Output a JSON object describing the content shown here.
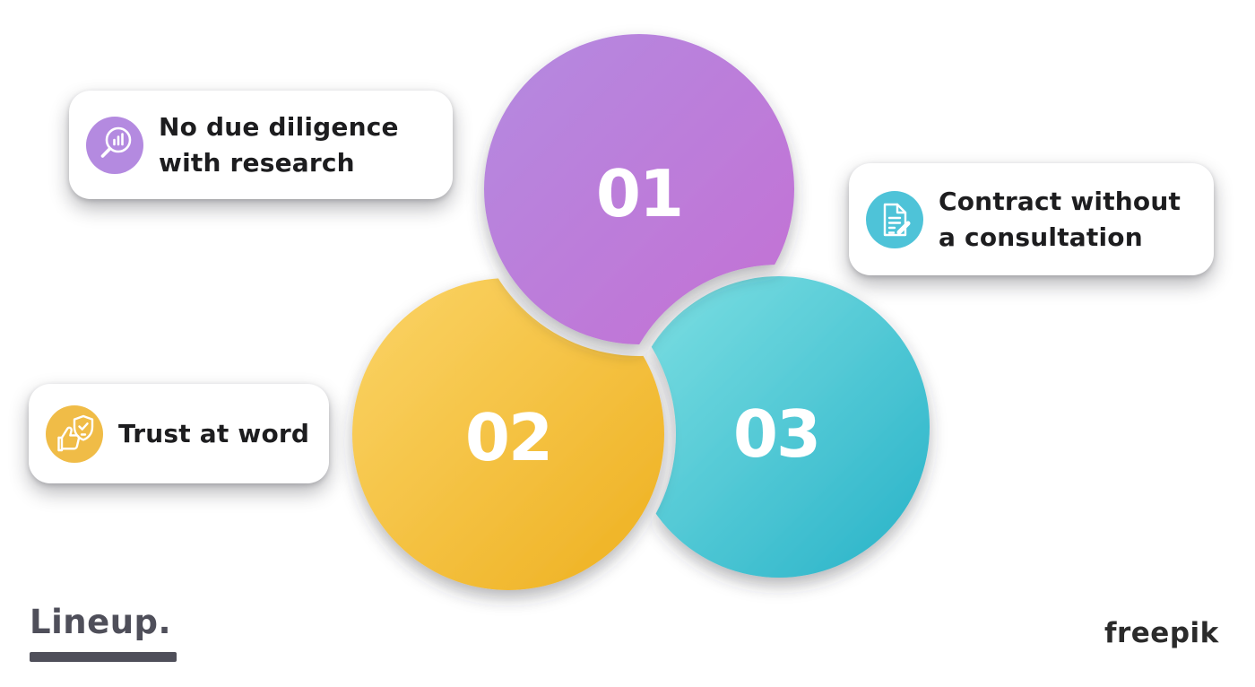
{
  "steps": [
    {
      "number": "01",
      "gradient_from": "#b48ae0",
      "gradient_to": "#c470d4"
    },
    {
      "number": "02",
      "gradient_from": "#fbd467",
      "gradient_to": "#eeb01f"
    },
    {
      "number": "03",
      "gradient_from": "#7fe0e3",
      "gradient_to": "#27b2c8"
    }
  ],
  "cards": [
    {
      "label": "No due diligence with research",
      "icon": "magnifier-chart-icon",
      "icon_color": "#b48ae0"
    },
    {
      "label": "Contract without a consultation",
      "icon": "contract-pen-icon",
      "icon_color": "#4ec3d8"
    },
    {
      "label": "Trust at word",
      "icon": "trust-shield-icon",
      "icon_color": "#f0bc47"
    }
  ],
  "footer": {
    "brand": "Lineup.",
    "watermark": "freepik"
  },
  "colors": {
    "label_text": "#1d1d1f",
    "card_bg": "#ffffff",
    "number_text": "#ffffff"
  }
}
